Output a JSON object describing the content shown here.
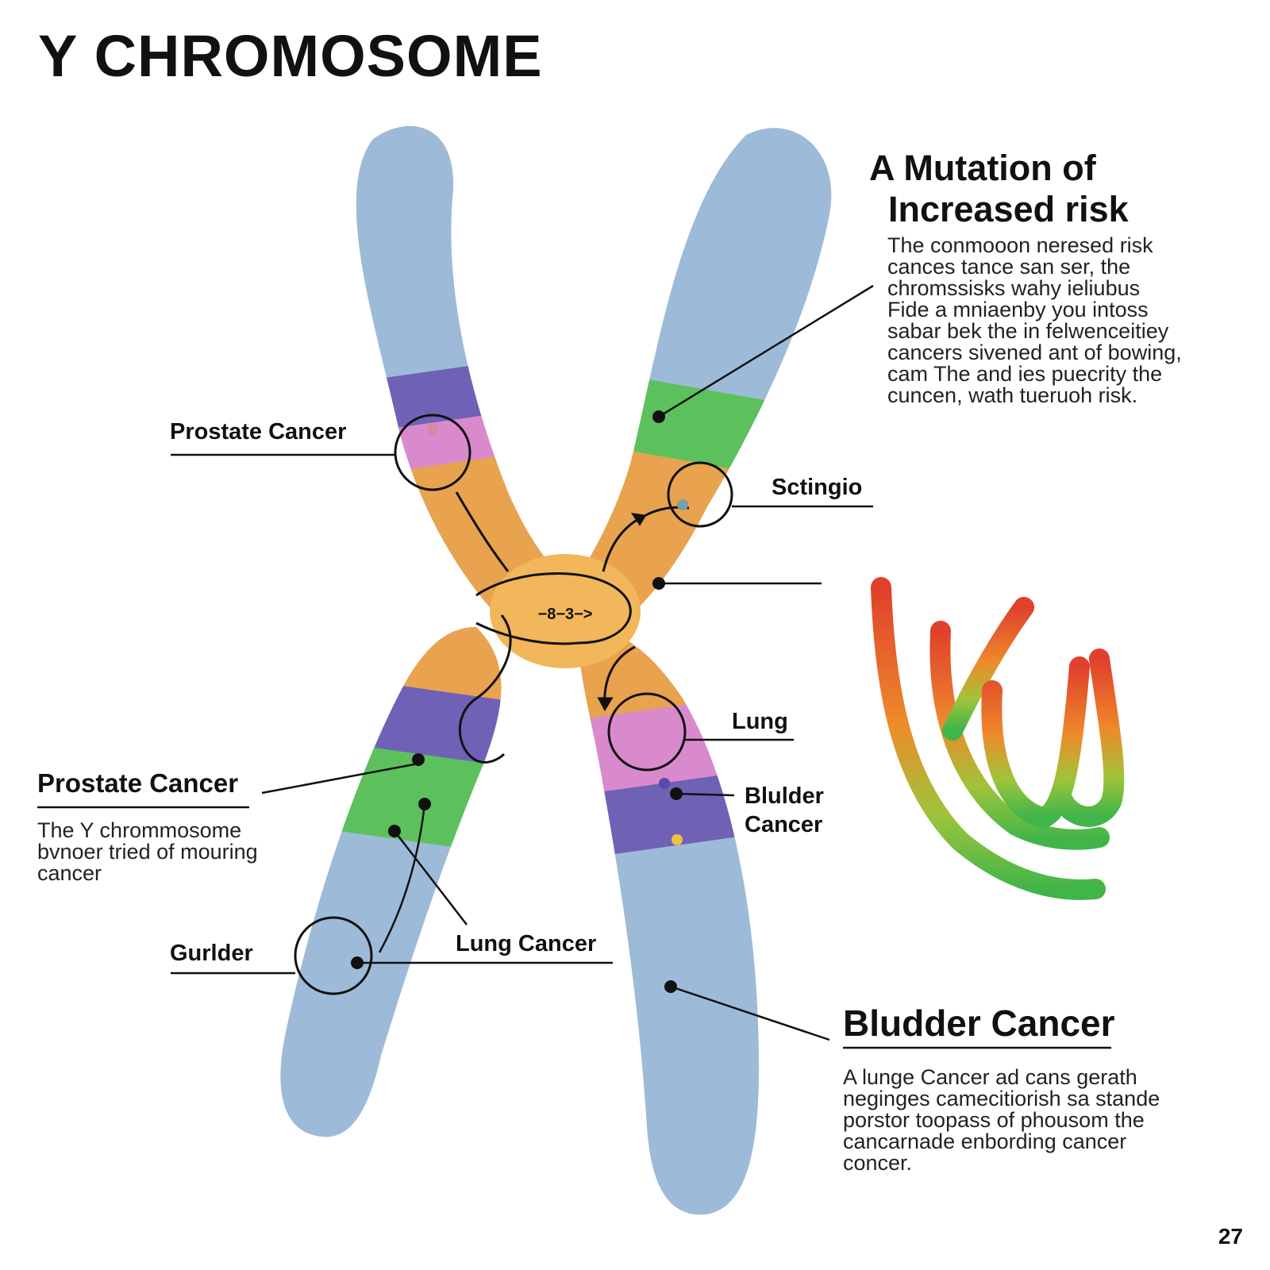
{
  "title": "Y CHROMOSOME",
  "page_number": "27",
  "colors": {
    "chromatid": "#9dbbd8",
    "band_purple": "#6f62b6",
    "band_pink": "#d98acc",
    "band_orange": "#e9a24e",
    "band_green": "#5cc15c",
    "centromere": "#f2b75a"
  },
  "centromere_label": "−8−3−>",
  "labels": {
    "prostate_top": "Prostate Cancer",
    "sctingio": "Sctingio",
    "lung": "Lung",
    "bludder_small_line1": "Blulder",
    "bludder_small_line2": "Cancer",
    "prostate_left": "Prostate Cancer",
    "gurlder": "Gurlder",
    "lung_cancer": "Lung Cancer"
  },
  "mutation_panel": {
    "heading_line1": "A Mutation of",
    "heading_line2": "Increased risk",
    "body": [
      "The conmooon neresed risk",
      "cances tance san ser, the",
      "chromssisks wahy ieliubus",
      "Fide a mniaenby you intoss",
      "sabar bek the in felwenceitiey",
      "cancers sivened ant of bowing,",
      "cam The and ies puecrity the",
      "cuncen, wath tueruoh risk."
    ]
  },
  "left_note": {
    "body": [
      "The Y chrommosome",
      "bvnoer tried of mouring",
      "cancer"
    ]
  },
  "bladder_panel": {
    "heading": "Bludder Cancer",
    "body": [
      "A lunge Cancer ad cans gerath",
      "neginges camecitiorish sa stande",
      "porstor toopass of phousom the",
      "cancarnade enbording cancer",
      "concer."
    ]
  },
  "icons": [
    "dna-strands-graphic"
  ]
}
